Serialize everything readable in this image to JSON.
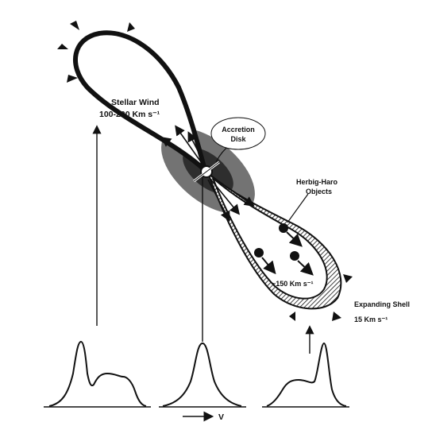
{
  "labels": {
    "stellar_wind_line1": "Stellar Wind",
    "stellar_wind_line2": "100-200 Km s⁻¹",
    "accretion_line1": "Accretion",
    "accretion_line2": "Disk",
    "herbig_line1": "Herbig-Haro",
    "herbig_line2": "Objects",
    "velocity_150": "~150 Km s⁻¹",
    "shell_line1": "Expanding Shell",
    "shell_line2": "15 Km s⁻¹",
    "velocity_axis": "V"
  },
  "colors": {
    "ink": "#111111",
    "paper": "#ffffff",
    "stipple": "#1a1a1a"
  },
  "icons": {
    "velocity_arrow": "right-arrow-icon"
  }
}
